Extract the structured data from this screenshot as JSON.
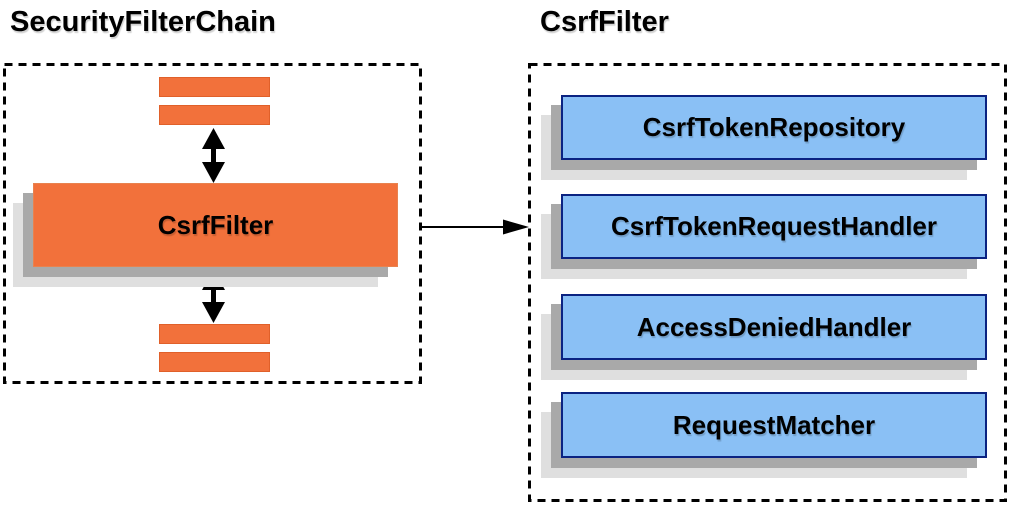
{
  "left_section": {
    "title": "SecurityFilterChain",
    "filter_box_label": "CsrfFilter"
  },
  "right_section": {
    "title": "CsrfFilter",
    "components": [
      "CsrfTokenRepository",
      "CsrfTokenRequestHandler",
      "AccessDeniedHandler",
      "RequestMatcher"
    ]
  },
  "colors": {
    "orange_fill": "#F2713B",
    "orange_border": "#E0602A",
    "blue_fill": "#8AC0F5",
    "blue_border": "#0B2382",
    "shadow_dark": "#A9A9A9",
    "shadow_light": "#DFDFDF",
    "line_and_text": "#000000",
    "background": "#FFFFFF"
  }
}
